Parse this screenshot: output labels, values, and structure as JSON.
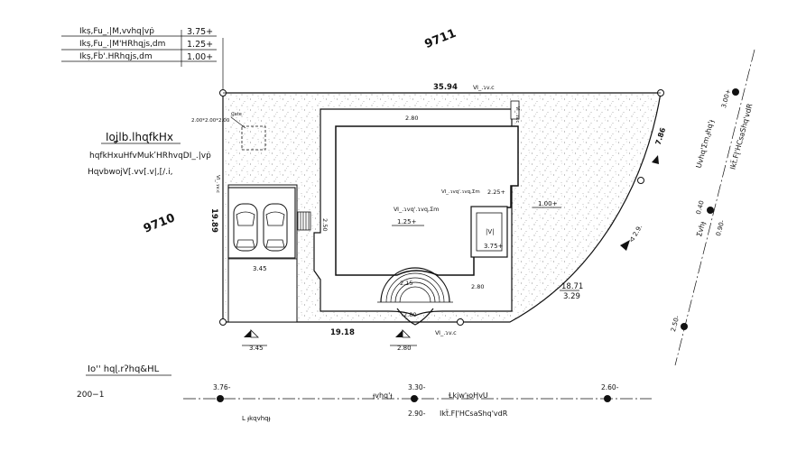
{
  "levels_legend": [
    {
      "label": "Ikṣ,Fu_.|M,vvhq|vṗ",
      "value": "3.75+"
    },
    {
      "label": "Ikṣ,Fu_.|M'HRhqjs,dm",
      "value": "1.25+"
    },
    {
      "label": "Ikṣ,Fḃ'.HRhqjs,dm",
      "value": "1.00+"
    }
  ],
  "road_names": {
    "north": "9711",
    "west": "9710"
  },
  "dimensions": {
    "top_length": "35.94",
    "top_note": "Ⅵ_.ɿv.c",
    "left_length": "19.89",
    "bottom_length": "19.18",
    "bottom_note": "Ⅵ_.ɿv.c",
    "arc_length": "7.86",
    "arc_mark": "ᐊ 2.9.",
    "right_width": "18.71",
    "right_width_sub": "3.29",
    "garage_width": "3.45",
    "stair_width": "2.50",
    "entry_width": "2.80",
    "lower_entry": "2.80",
    "terrace_entry": "2.15",
    "hall_width": "2.80",
    "north_entry": "2.80"
  },
  "site_heading": {
    "title": "Ioʝlb.lhɋfkHx",
    "line1": "hqfkHxuHfvMukʹHRhvqDI_.|vṗ",
    "line2": "HɋvbwojV[.vv[.v|,[/.i,"
  },
  "gate_note": {
    "label": "Ɡate",
    "value": "2.00*2.00*2.00"
  },
  "levels": {
    "main_building": "1.25+",
    "main_building_note": "Ⅵ_.ɿvɋ'.ɿvɋ,Ʃm",
    "pool_level": "3.75+",
    "pool_tag": "|V|",
    "garden_right": "1.00+",
    "right_strip": "2.25+",
    "left_strip": "Ⅵ_.ɿv.c",
    "terrace_level": "2.15",
    "entry_level": "2.80"
  },
  "section_right": {
    "road_label": "Ikẗ.FĮ'HCsaShq'vdR",
    "road_label2": "Uvhɋ'Ʃm,ɟhq'ɟ",
    "mid_label": "Ʃvhɟ",
    "levels": [
      "3.00+",
      "0.40",
      "0.90-",
      "2.50-"
    ]
  },
  "section_bottom": {
    "road_label": "Ikẗ.FĮ'HCsaShq'vdR",
    "road_label2": "Ɫkjw'ɟoHvU",
    "mid_label": "ɟvhɋ'ɟ",
    "levels": [
      "3.76-",
      "3.30-",
      "2.60-",
      "2.90-"
    ]
  },
  "title_block": {
    "title": "Io'' hqɭ.rʔhq&HL",
    "scale": "200−1",
    "caption": "L ɟkɋvhqɟ"
  }
}
